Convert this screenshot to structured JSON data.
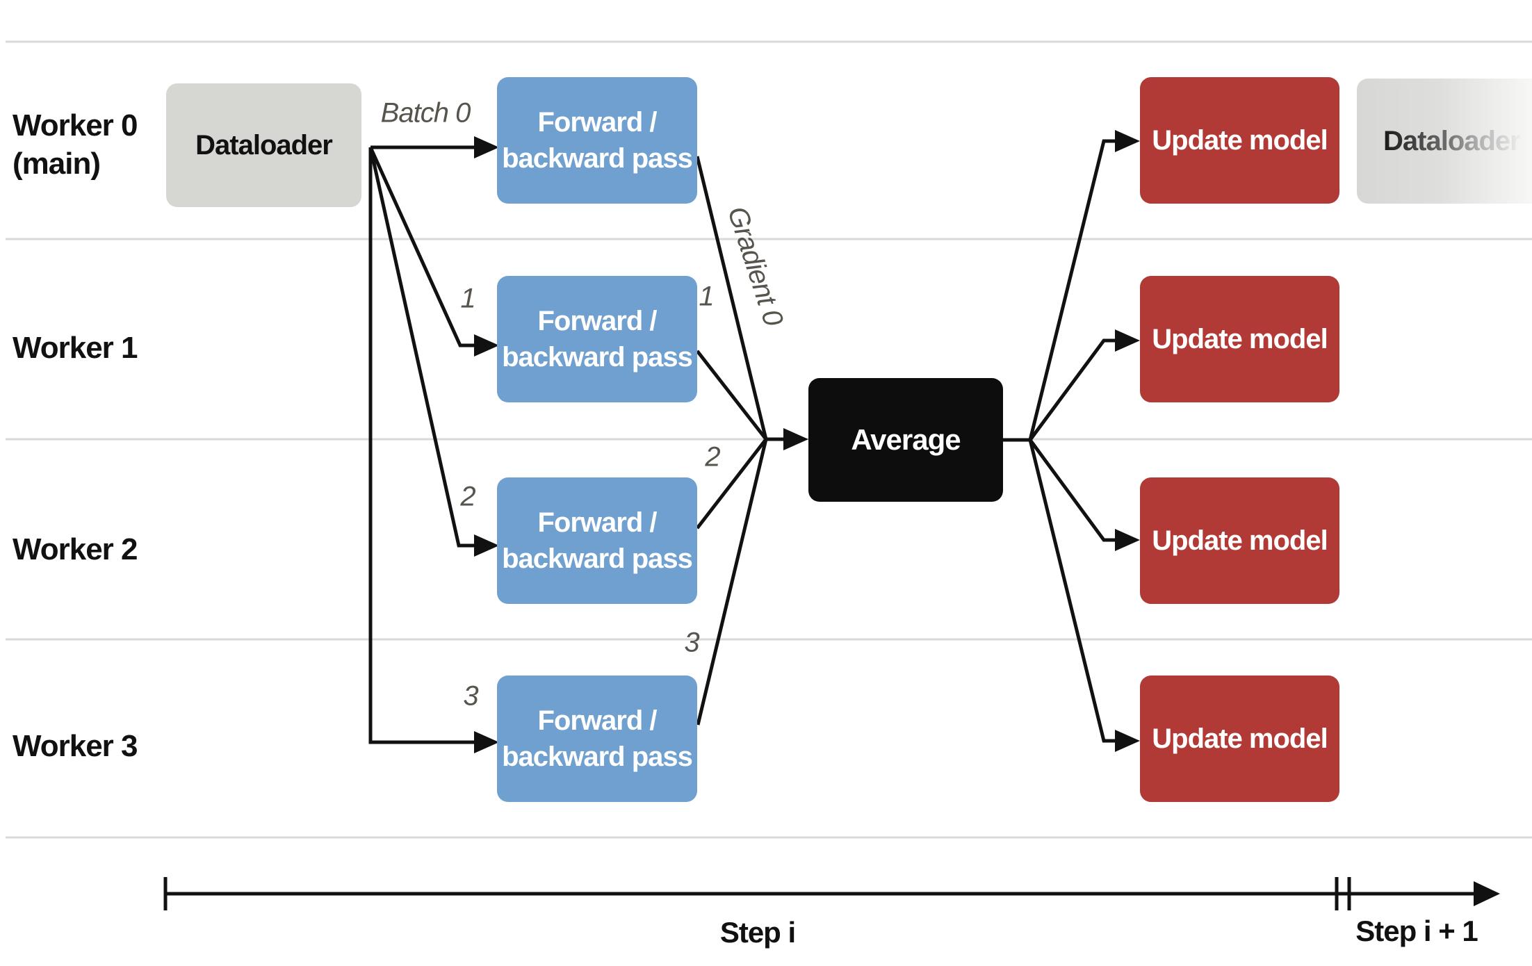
{
  "diagram": {
    "type": "data-parallel-training-timeline",
    "rows": [
      {
        "label": "Worker 0",
        "sublabel": "(main)"
      },
      {
        "label": "Worker 1",
        "sublabel": ""
      },
      {
        "label": "Worker 2",
        "sublabel": ""
      },
      {
        "label": "Worker 3",
        "sublabel": ""
      }
    ],
    "boxes": {
      "dataloader_left": "Dataloader",
      "dataloader_right": "Dataloader",
      "forward_line1": "Forward /",
      "forward_line2": "backward pass",
      "average": "Average",
      "update": "Update model"
    },
    "annotations": {
      "batch": "Batch 0",
      "gradient": "Gradient 0",
      "batch_numbers": [
        "1",
        "2",
        "3"
      ],
      "gradient_numbers": [
        "1",
        "2",
        "3"
      ]
    },
    "timeline": {
      "step_current": "Step i",
      "step_next": "Step i + 1"
    },
    "colors": {
      "forward_box": "#6fa0cf",
      "update_box": "#b23a36",
      "dataloader_box": "#d6d6d3",
      "average_box": "#0d0d0d",
      "row_divider": "#d9d9d9",
      "annotation_gray": "#57534d",
      "arrow_black": "#111111"
    }
  }
}
